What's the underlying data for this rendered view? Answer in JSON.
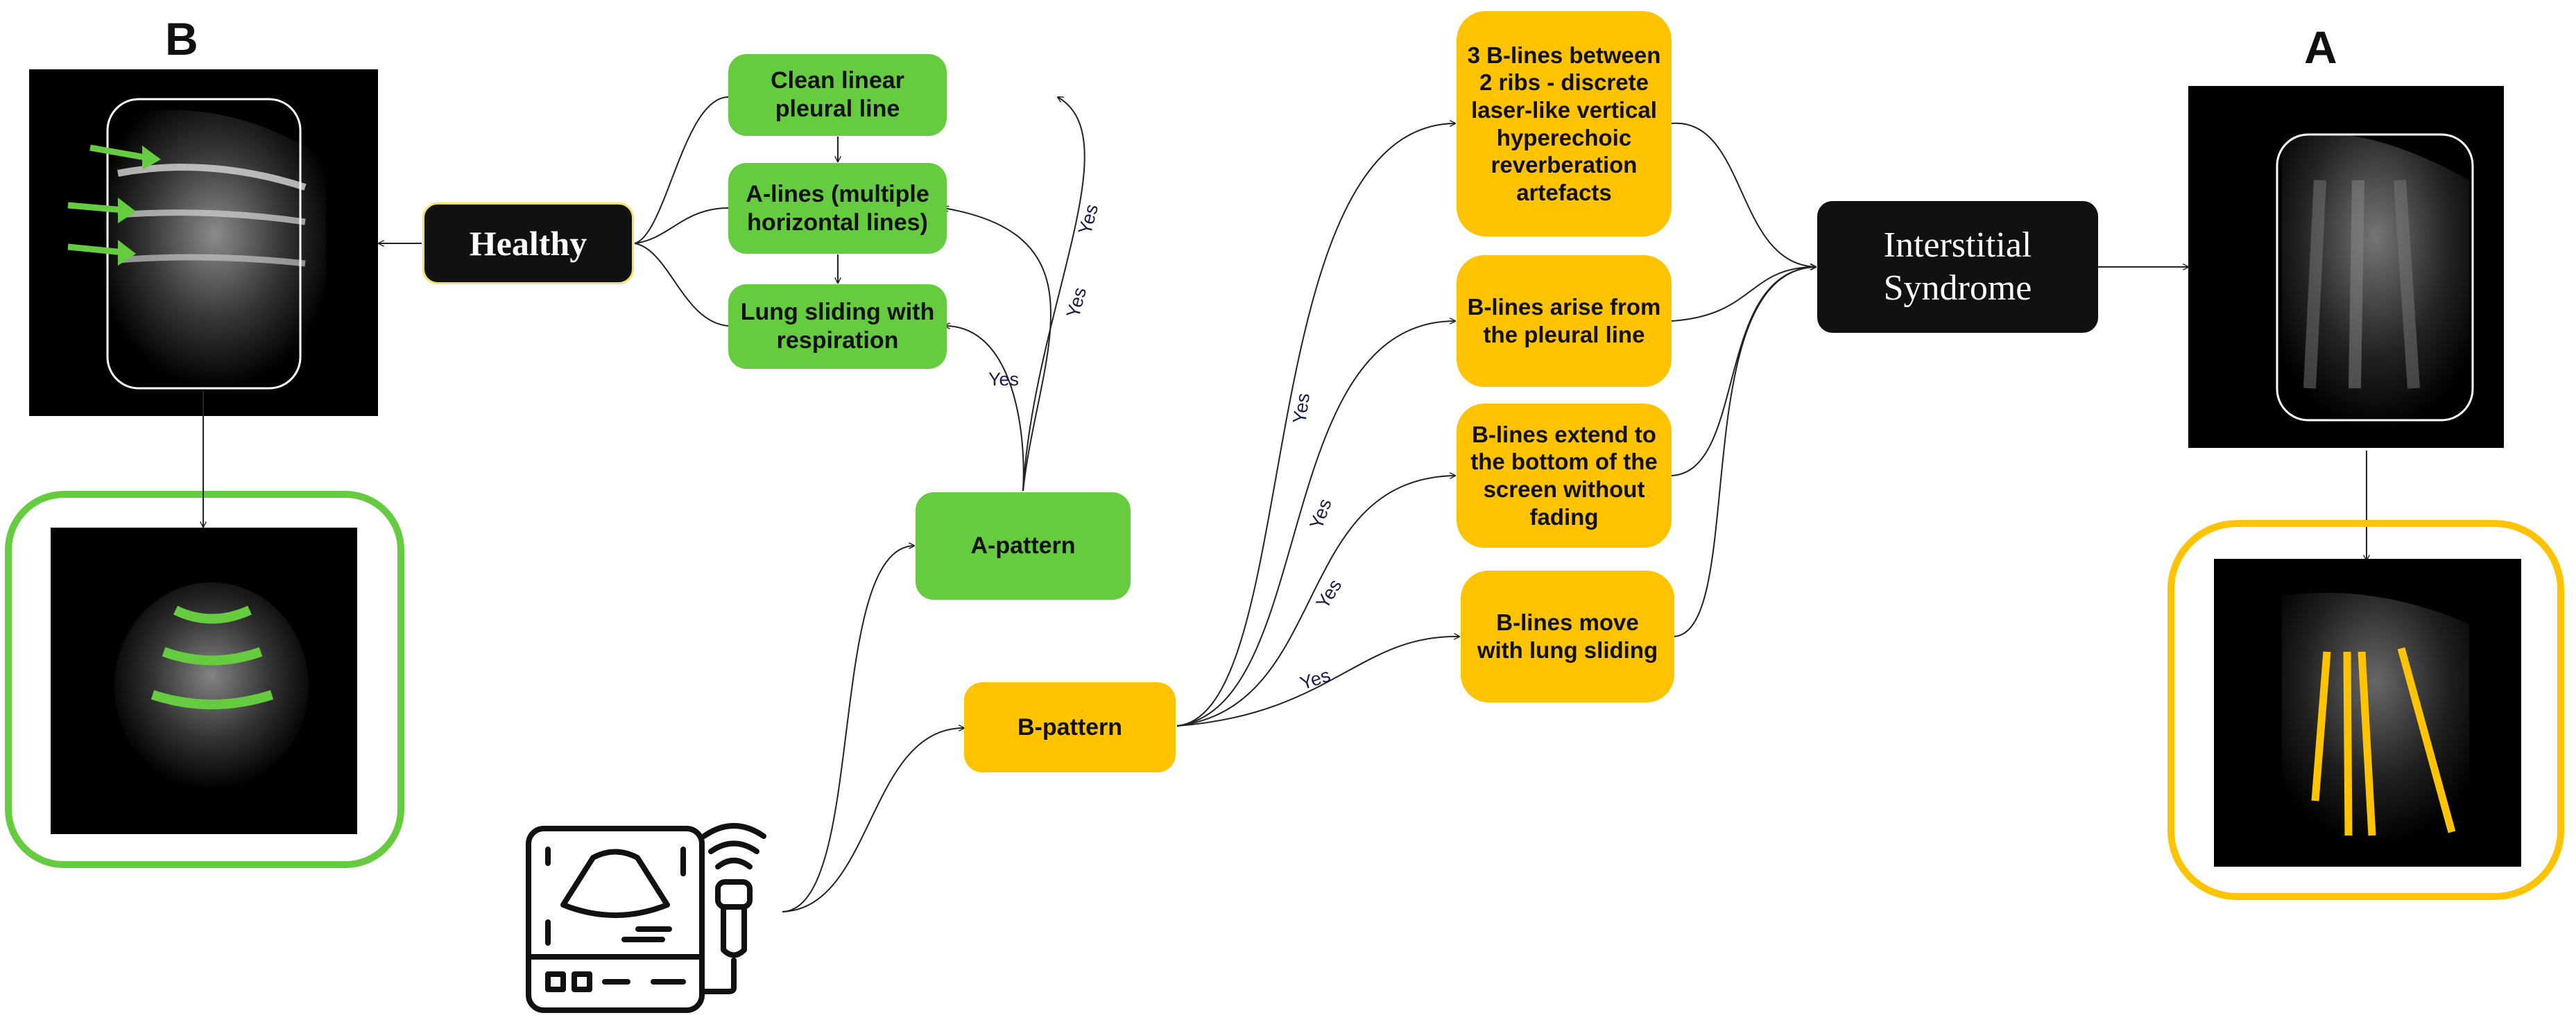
{
  "panels": {
    "left_letter": "B",
    "right_letter": "A"
  },
  "nodes": {
    "healthy": "Healthy",
    "interstitial": "Interstitial Syndrome",
    "clean_pleural": "Clean linear pleural line",
    "a_lines": "A-lines (multiple horizontal lines)",
    "lung_sliding": "Lung sliding with respiration",
    "a_pattern": "A-pattern",
    "b_pattern": "B-pattern",
    "b_3lines": "3 B-lines between 2 ribs - discrete laser-like vertical hyperechoic reverberation artefacts",
    "b_arise": "B-lines arise from the pleural line",
    "b_extend": "B-lines extend to the bottom of the screen without fading",
    "b_move": "B-lines move with lung sliding"
  },
  "edge_labels": {
    "yes": "Yes"
  },
  "colors": {
    "green": "#66cc3f",
    "yellow": "#ffc300",
    "dark": "#111111"
  },
  "icons": [
    "ultrasound-machine-icon",
    "green-arrow-icon"
  ]
}
